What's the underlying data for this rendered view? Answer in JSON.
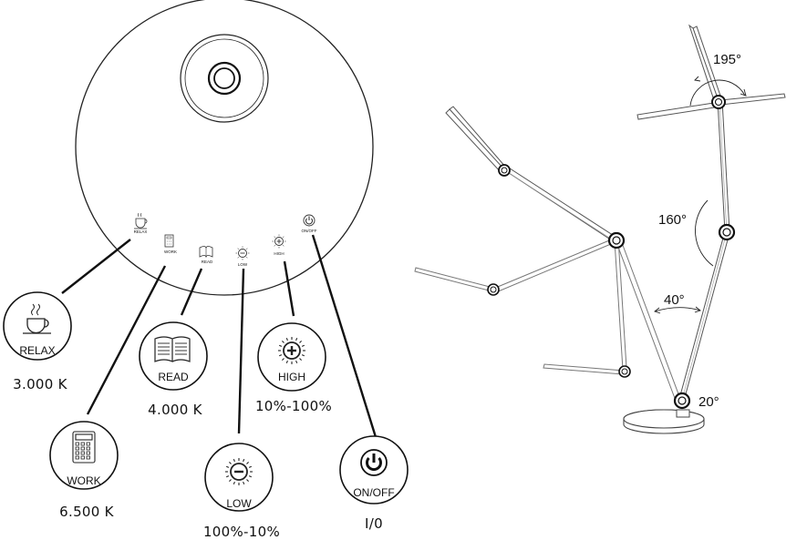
{
  "panel": {
    "small_labels": {
      "relax": "RELAX",
      "work": "WORK",
      "read": "READ",
      "low": "LOW",
      "high": "HIGH",
      "onoff": "ON/OFF"
    }
  },
  "buttons": {
    "relax": {
      "label": "RELAX",
      "value": "3.000 K",
      "icon": "coffee-cup-icon"
    },
    "work": {
      "label": "WORK",
      "value": "6.500 K",
      "icon": "calculator-icon"
    },
    "read": {
      "label": "READ",
      "value": "4.000 K",
      "icon": "open-book-icon"
    },
    "low": {
      "label": "LOW",
      "value": "100%-10%",
      "icon": "brightness-down-icon"
    },
    "high": {
      "label": "HIGH",
      "value": "10%-100%",
      "icon": "brightness-up-icon"
    },
    "onoff": {
      "label": "ON/OFF",
      "value": "I/0",
      "icon": "power-icon"
    }
  },
  "angles": {
    "head": "195°",
    "elbow": "160°",
    "arm": "40°",
    "base": "20°"
  }
}
